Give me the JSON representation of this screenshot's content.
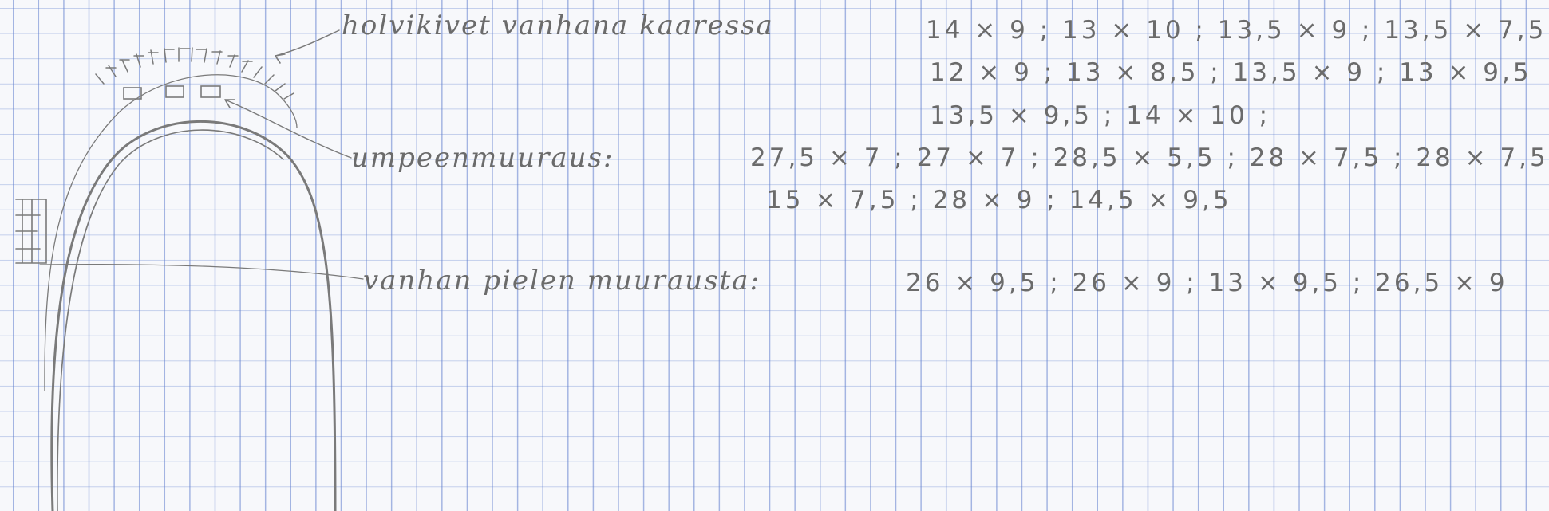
{
  "labels": {
    "vault_old": "holvikivet vanhana kaaressa",
    "surround": "umpeenmuuraus:",
    "old_jamb": "vanhan pielen muurausta:"
  },
  "measurements": {
    "vault_line1": "14 × 9 ;  13 × 10 ;  13,5 × 9 ;  13,5 × 7,5",
    "vault_line2": "12 × 9 ;  13 × 8,5 ;  13,5 × 9 ;  13  × 9,5",
    "vault_line3": "13,5 × 9,5 ;  14 × 10 ;",
    "surround_line1": "27,5 × 7 ;  27 × 7 ;  28,5 × 5,5 ;  28 × 7,5 ;  28 × 7,5",
    "surround_line2": "15 × 7,5 ;  28 × 9 ;  14,5 × 9,5",
    "jamb_line1": "26 × 9,5  ;  26 × 9  ;  13 × 9,5 ;  26,5 × 9"
  },
  "colors": {
    "pencil": "#6b6b6b",
    "grid": "#5f7dcd",
    "paper": "#f7f8fb"
  }
}
